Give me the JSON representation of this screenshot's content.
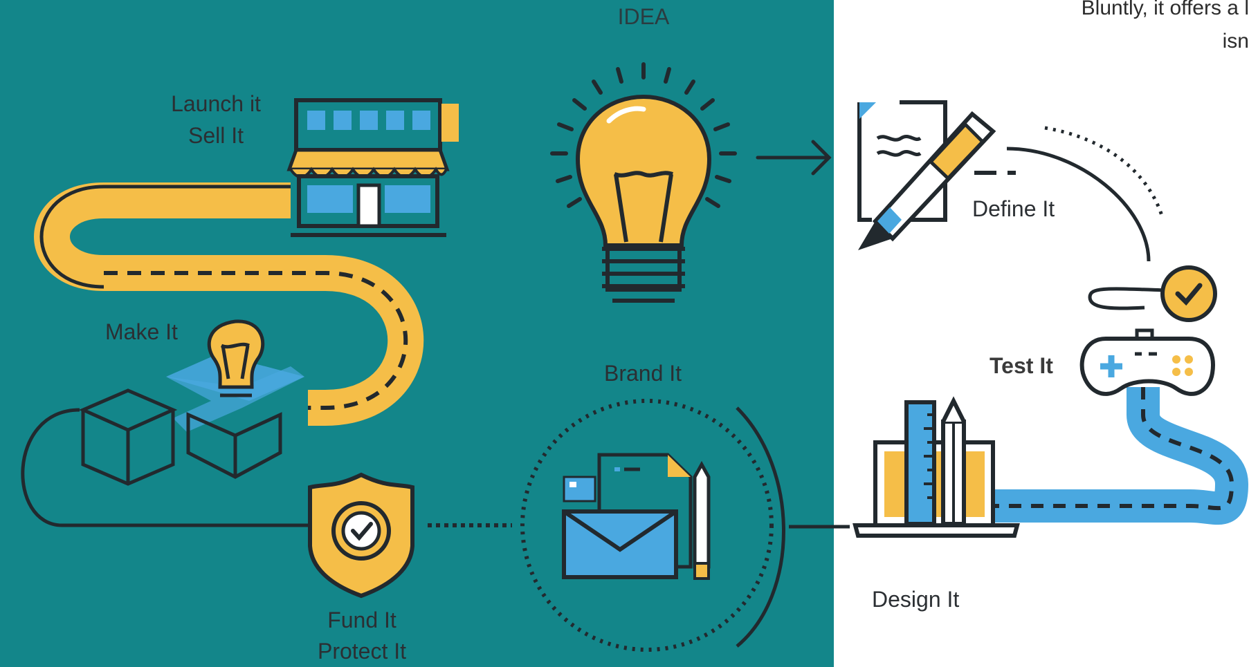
{
  "colors": {
    "teal": "#13868a",
    "yellow": "#f5be48",
    "blue": "#4aa8e0",
    "outline": "#22292e",
    "white": "#ffffff"
  },
  "header": {
    "idea_label": "IDEA",
    "note_line1": "Bluntly, it offers a l",
    "note_line2": "isn"
  },
  "steps": {
    "launch_line1": "Launch it",
    "launch_line2": "Sell It",
    "make": "Make It",
    "brand": "Brand It",
    "fund_line1": "Fund It",
    "fund_line2": "Protect It",
    "define": "Define It",
    "test": "Test It",
    "design": "Design It"
  },
  "icons": {
    "idea": "lightbulb-icon",
    "launch": "storefront-icon",
    "make": "box-with-bulb-icon",
    "fund": "shield-check-icon",
    "brand": "envelope-documents-icon",
    "define": "document-pen-icon",
    "test": "gamepad-check-icon",
    "design": "laptop-ruler-pencil-icon",
    "arrow": "arrow-right-icon"
  }
}
